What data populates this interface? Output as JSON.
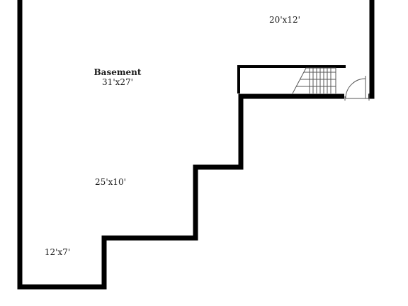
{
  "rooms": {
    "upper_right": {
      "dimensions": "20'x12'"
    },
    "basement": {
      "name": "Basement",
      "dimensions": "31'x27'"
    },
    "middle": {
      "dimensions": "25'x10'"
    },
    "lower_left": {
      "dimensions": "12'x7'"
    }
  },
  "colors": {
    "wall": "#000000",
    "fixture": "#555555",
    "background": "#ffffff"
  }
}
